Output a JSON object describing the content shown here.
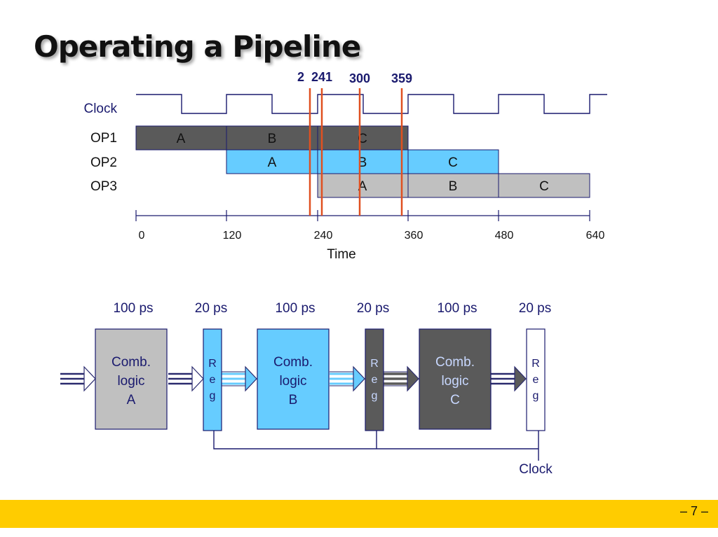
{
  "slide": {
    "title": "Operating a Pipeline",
    "page_number": "– 7 –"
  },
  "timing": {
    "markers": [
      "2",
      "241",
      "300",
      "359"
    ],
    "clock_label": "Clock",
    "ops": [
      {
        "label": "OP1",
        "stages": [
          "A",
          "B",
          "C"
        ]
      },
      {
        "label": "OP2",
        "stages": [
          "A",
          "B",
          "C"
        ]
      },
      {
        "label": "OP3",
        "stages": [
          "A",
          "B",
          "C"
        ]
      }
    ],
    "axis_ticks": [
      "0",
      "120",
      "240",
      "360",
      "480",
      "640"
    ],
    "axis_label": "Time"
  },
  "pipeline": {
    "stage_delays": [
      "100 ps",
      "100 ps",
      "100 ps"
    ],
    "reg_delays": [
      "20 ps",
      "20 ps",
      "20 ps"
    ],
    "stages": [
      {
        "line1": "Comb.",
        "line2": "logic",
        "line3": "A"
      },
      {
        "line1": "Comb.",
        "line2": "logic",
        "line3": "B"
      },
      {
        "line1": "Comb.",
        "line2": "logic",
        "line3": "C"
      }
    ],
    "reg_letters": [
      "R",
      "e",
      "g"
    ],
    "clock_label": "Clock"
  },
  "colors": {
    "dark_gray": "#5a5a5a",
    "light_blue": "#66ccff",
    "light_gray": "#c0c0c0",
    "marker_red": "#e05020",
    "navy": "#1a1a6e",
    "footer_yellow": "#ffcc00"
  }
}
